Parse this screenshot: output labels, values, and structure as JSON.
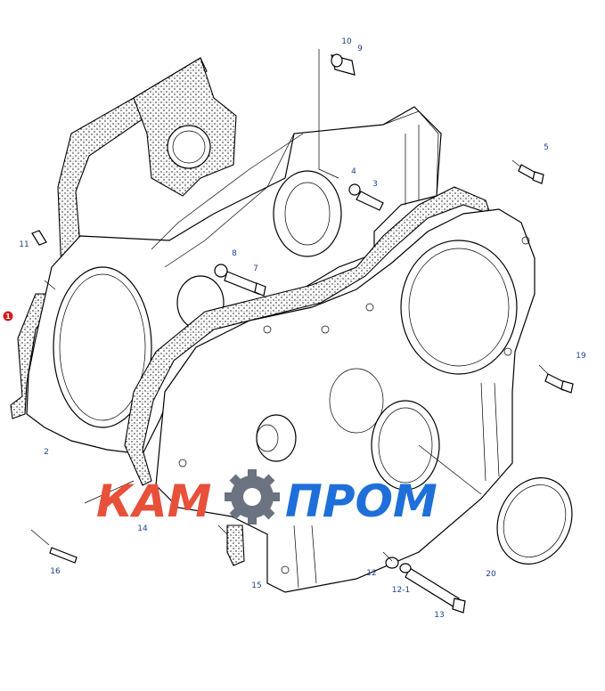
{
  "callouts": [
    {
      "id": "c1",
      "text": "1",
      "badge": true
    },
    {
      "id": "c2",
      "text": "2"
    },
    {
      "id": "c3",
      "text": "3"
    },
    {
      "id": "c4",
      "text": "4"
    },
    {
      "id": "c5",
      "text": "5"
    },
    {
      "id": "c7",
      "text": "7"
    },
    {
      "id": "c8",
      "text": "8"
    },
    {
      "id": "c9",
      "text": "9"
    },
    {
      "id": "c10",
      "text": "10"
    },
    {
      "id": "c11",
      "text": "11"
    },
    {
      "id": "c12",
      "text": "12"
    },
    {
      "id": "c12_1",
      "text": "12-1"
    },
    {
      "id": "c13",
      "text": "13"
    },
    {
      "id": "c14",
      "text": "14"
    },
    {
      "id": "c15",
      "text": "15"
    },
    {
      "id": "c16",
      "text": "16"
    },
    {
      "id": "c19",
      "text": "19"
    },
    {
      "id": "c20",
      "text": "20"
    }
  ],
  "watermark": {
    "left_text": "КАМ",
    "right_text": "ПРОМ",
    "icon": "gear-icon",
    "color_left": "#e8503a",
    "color_right": "#1e6fd9",
    "color_gear": "#6b7280"
  },
  "colors": {
    "label": "#1f3f8f",
    "badge": "#d01f1f"
  }
}
